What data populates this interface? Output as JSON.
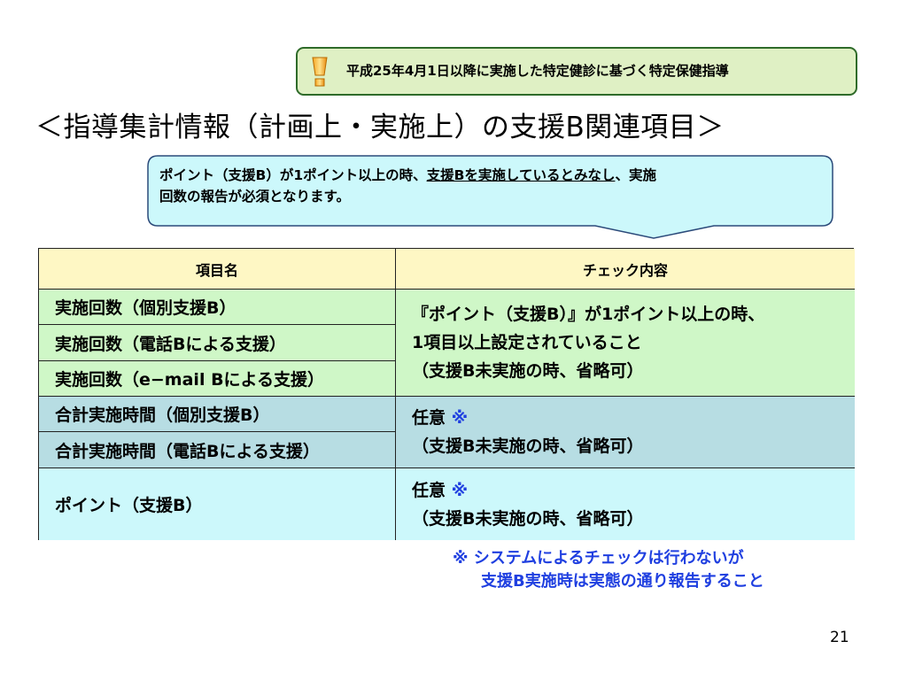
{
  "notice": {
    "icon": "warning-icon",
    "text": "平成25年4月1日以降に実施した特定健診に基づく特定保健指導"
  },
  "title": "＜指導集計情報（計画上・実施上）の支援B関連項目＞",
  "callout": {
    "line1_pre": "ポイント（支援B）が1ポイント以上の時、",
    "line1_underline": "支援Bを実施しているとみなし",
    "line1_post": "、実施",
    "line2": "回数の報告が必須となります。"
  },
  "table": {
    "headers": [
      "項目名",
      "チェック内容"
    ],
    "items": [
      "実施回数（個別支援B）",
      "実施回数（電話Bによる支援）",
      "実施回数（e−mail Bによる支援）",
      "合計実施時間（個別支援B）",
      "合計実施時間（電話Bによる支援）",
      "ポイント（支援B）"
    ],
    "check_group1": [
      "『ポイント（支援B）』が1ポイント以上の時、",
      "1項目以上設定されていること",
      "（支援B未実施の時、省略可）"
    ],
    "check_group2": {
      "label": "任意",
      "mark": "※",
      "sub": "（支援B未実施の時、省略可）"
    },
    "check_group3": {
      "label": "任意",
      "mark": "※",
      "sub": "（支援B未実施の時、省略可）"
    }
  },
  "note": {
    "line1": "※ システムによるチェックは行わないが",
    "line2": "支援B実施時は実態の通り報告すること"
  },
  "page_number": "21",
  "colors": {
    "header": "#fef7c4",
    "group1": "#cff7c7",
    "group2": "#b7dde3",
    "group3": "#ccf8fb",
    "note": "#1f3fe0"
  }
}
